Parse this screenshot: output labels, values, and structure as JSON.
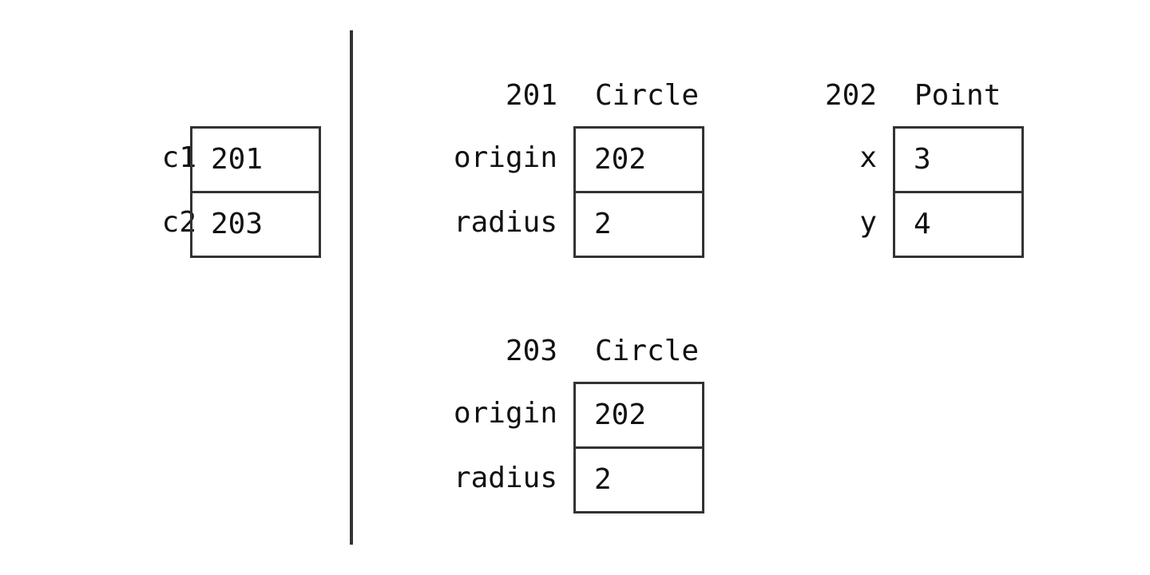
{
  "frame": {
    "variables": [
      {
        "name": "c1",
        "value": "201"
      },
      {
        "name": "c2",
        "value": "203"
      }
    ]
  },
  "heap": {
    "objects": [
      {
        "address": "201",
        "type": "Circle",
        "fields": [
          {
            "name": "origin",
            "value": "202"
          },
          {
            "name": "radius",
            "value": "2"
          }
        ]
      },
      {
        "address": "202",
        "type": "Point",
        "fields": [
          {
            "name": "x",
            "value": "3"
          },
          {
            "name": "y",
            "value": "4"
          }
        ]
      },
      {
        "address": "203",
        "type": "Circle",
        "fields": [
          {
            "name": "origin",
            "value": "202"
          },
          {
            "name": "radius",
            "value": "2"
          }
        ]
      }
    ]
  }
}
